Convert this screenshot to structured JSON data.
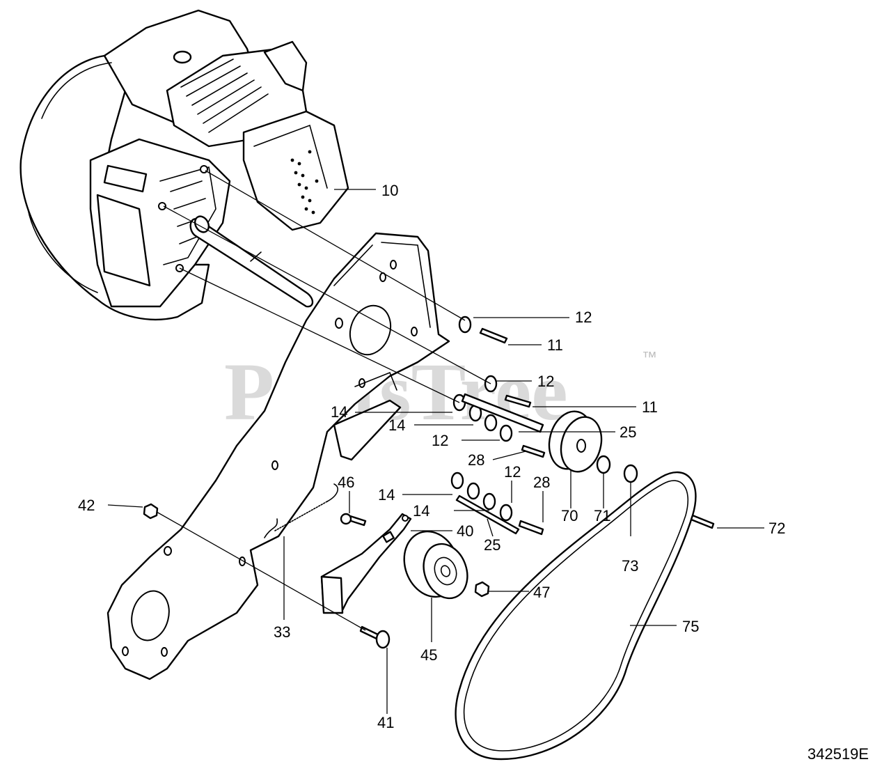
{
  "watermark": {
    "text": "PartsTree",
    "tm": "™"
  },
  "figure_id": "342519E",
  "callouts": {
    "c10": "10",
    "c12a": "12",
    "c11a": "11",
    "c12b": "12",
    "c11b": "11",
    "c14a": "14",
    "c14b": "14",
    "c25a": "25",
    "c12c": "12",
    "c28a": "28",
    "c46": "46",
    "c12d": "12",
    "c28b": "28",
    "c14c": "14",
    "c14d": "14",
    "c70": "70",
    "c71": "71",
    "c42": "42",
    "c40": "40",
    "c25b": "25",
    "c73": "73",
    "c72": "72",
    "c47": "47",
    "c33": "33",
    "c75": "75",
    "c45": "45",
    "c41": "41"
  }
}
